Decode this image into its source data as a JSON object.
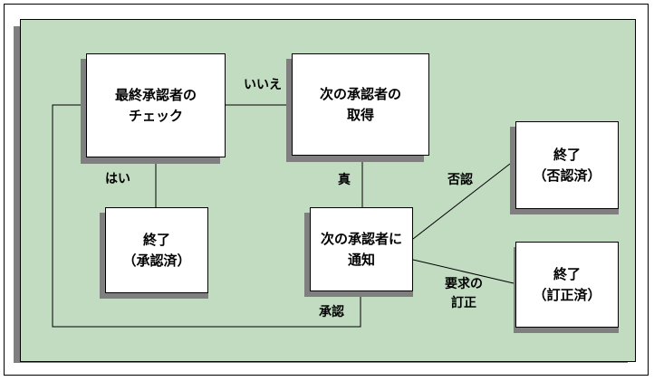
{
  "nodes": {
    "final_check": "最終承認者の\nチェック",
    "next_approver": "次の承認者の\n取得",
    "notify": "次の承認者に\n通知",
    "end_approved": "終了\n（承認済）",
    "end_rejected": "終了\n（否認済）",
    "end_corrected": "終了\n（訂正済）"
  },
  "edges": {
    "no": "いいえ",
    "yes": "はい",
    "true": "真",
    "rejected": "否認",
    "correction": "要求の\n訂正",
    "approved": "承認"
  },
  "colors": {
    "panel": "#c2dcc2",
    "shadow": "#7f7f7f",
    "box": "#ffffff",
    "line": "#000000"
  }
}
